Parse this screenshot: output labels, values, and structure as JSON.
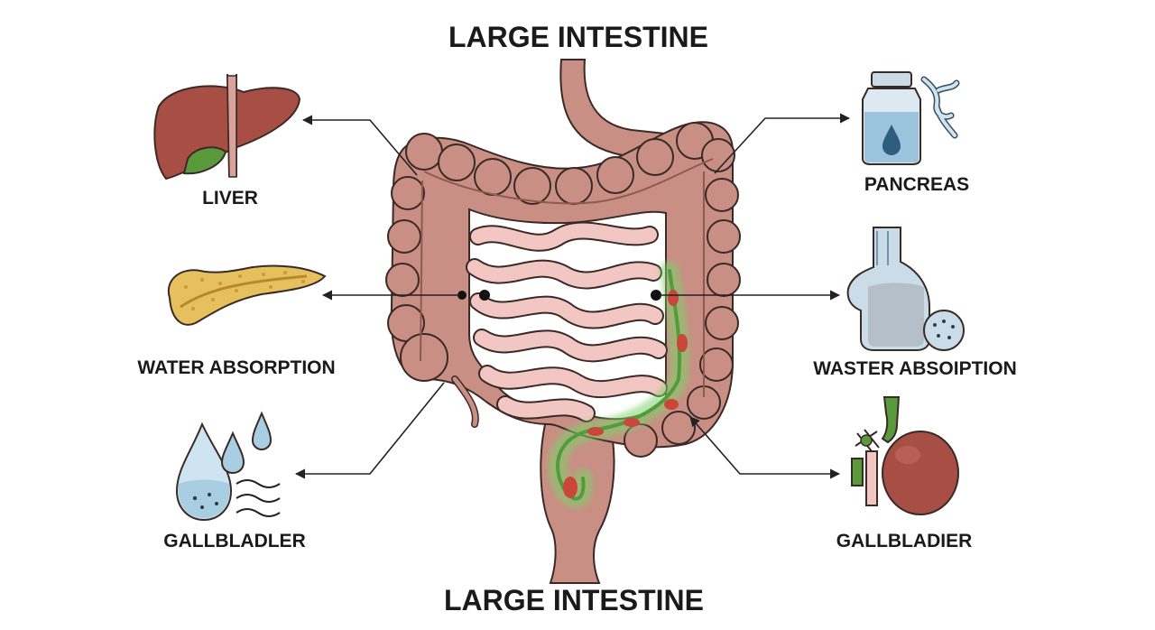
{
  "diagram": {
    "title_top": "LARGE INTESTINE",
    "title_bottom": "LARGE INTESTINE",
    "labels": {
      "liver": "LIVER",
      "water_absorption_left": "WATER ABSORPTION",
      "gallbladler": "GALLBLADLER",
      "pancreas": "PANCREAS",
      "waster_absoiption": "WASTER ABSOIPTION",
      "gallbladier": "GALLBLADIER"
    },
    "colors": {
      "intestine": "#c98e84",
      "small_intestine": "#f2c6c2",
      "liver": "#a84f45",
      "gallbladder_green": "#5a9a3c",
      "pancreas": "#e7c05e",
      "water": "#a9cde3",
      "highlight_green": "#7fd16a",
      "highlight_red": "#c9463a"
    }
  }
}
